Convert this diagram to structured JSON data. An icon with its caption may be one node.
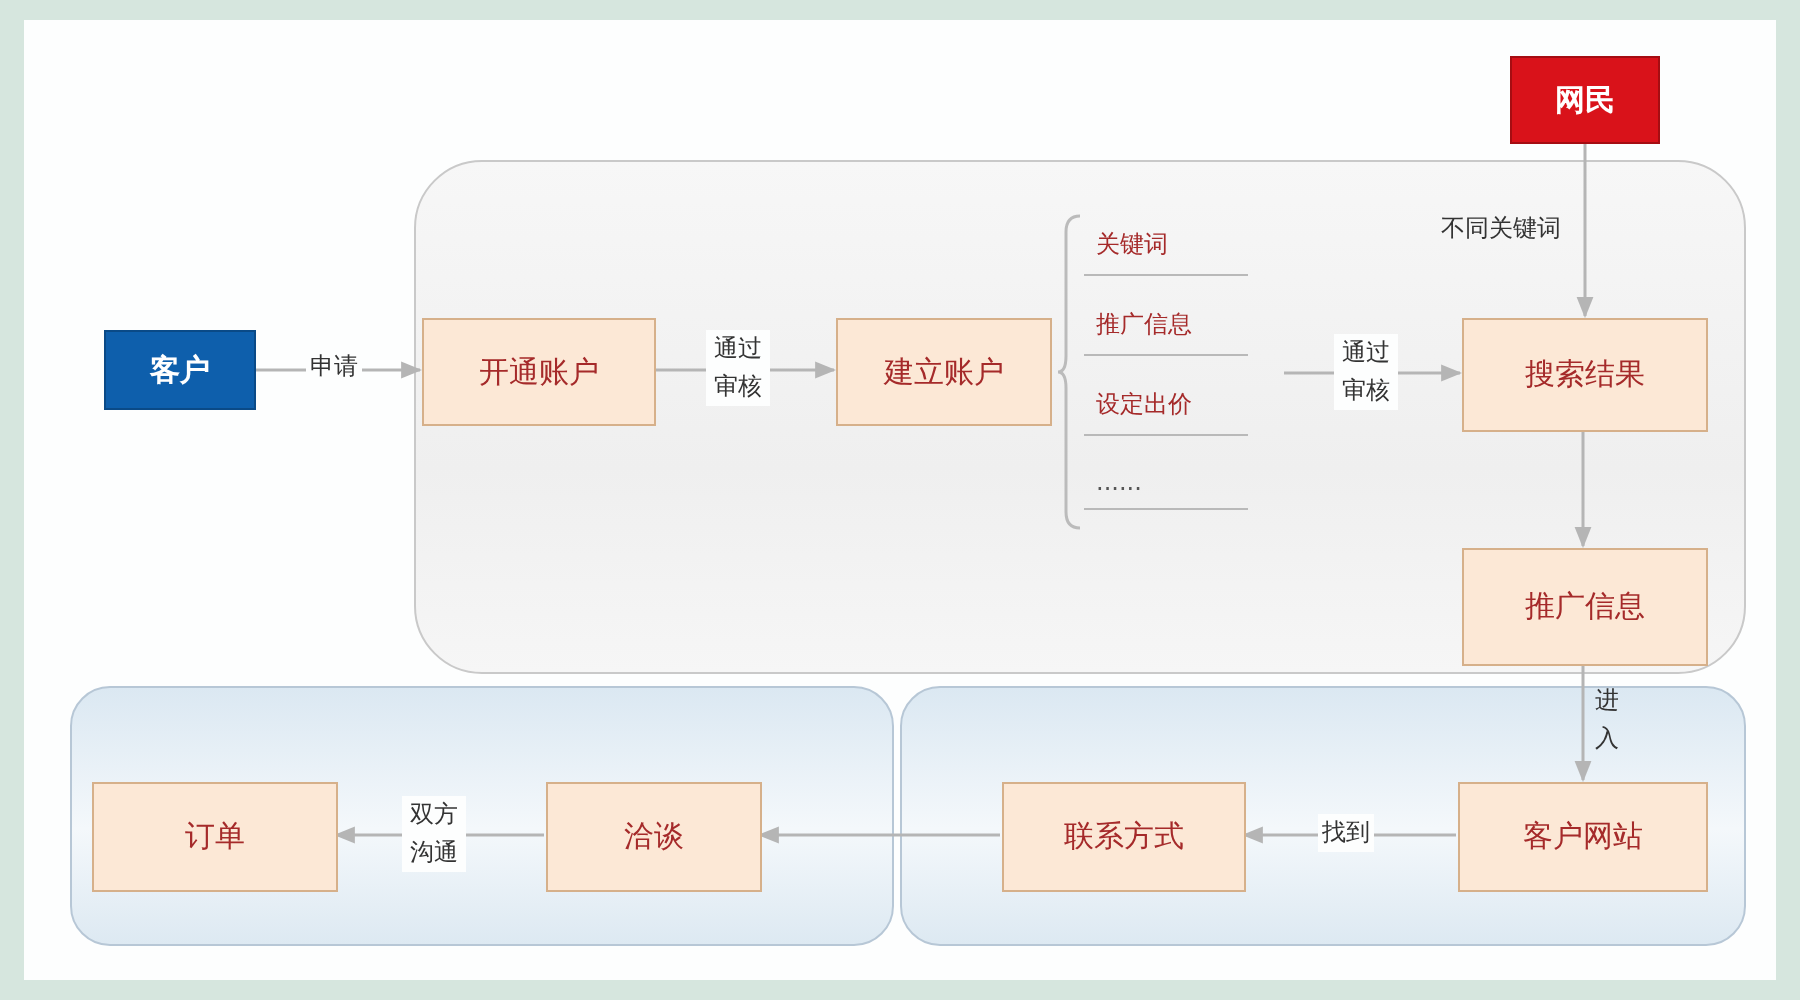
{
  "diagram": {
    "nodes": [
      {
        "text": [],
        "shape": "box"
      },
      {
        "text": [],
        "shape": "box"
      },
      {
        "text": [],
        "shape": "box"
      },
      {
        "text": [
          "客户"
        ]
      },
      {
        "text": [
          "开通账户"
        ],
        "in": 0
      },
      {
        "text": [
          "建立账户"
        ],
        "in": 0
      },
      {
        "text": [
          "关键词",
          "推广信息",
          "设定出价",
          "......"
        ],
        "in": 0
      },
      {
        "text": [
          "网民"
        ]
      },
      {
        "text": [
          "搜索结果"
        ],
        "in": 0
      },
      {
        "text": [
          "推广信息"
        ],
        "in": 0
      },
      {
        "text": [
          "客户网站"
        ],
        "in": 2
      },
      {
        "text": [
          "联系方式"
        ],
        "in": 2
      },
      {
        "text": [
          "洽谈"
        ],
        "in": 1
      },
      {
        "text": [
          "订单"
        ],
        "in": 1
      }
    ],
    "edges": [
      {
        "from": 3,
        "to": 4,
        "arrow": "to",
        "label": "申请"
      },
      {
        "from": 4,
        "to": 5,
        "arrow": "to",
        "label": "通过审核"
      },
      {
        "from": 6,
        "to": 8,
        "arrow": "to",
        "label": "通过审核"
      },
      {
        "from": 7,
        "to": 8,
        "arrow": "to",
        "label": "不同关键词"
      },
      {
        "from": 8,
        "to": 9,
        "arrow": "to"
      },
      {
        "from": 9,
        "to": 10,
        "arrow": "to",
        "label": "进入"
      },
      {
        "from": 10,
        "to": 11,
        "arrow": "to",
        "label": "找到"
      },
      {
        "from": 11,
        "to": 12,
        "arrow": "to"
      },
      {
        "from": 12,
        "to": 13,
        "arrow": "to",
        "label": "双方沟通"
      }
    ]
  }
}
